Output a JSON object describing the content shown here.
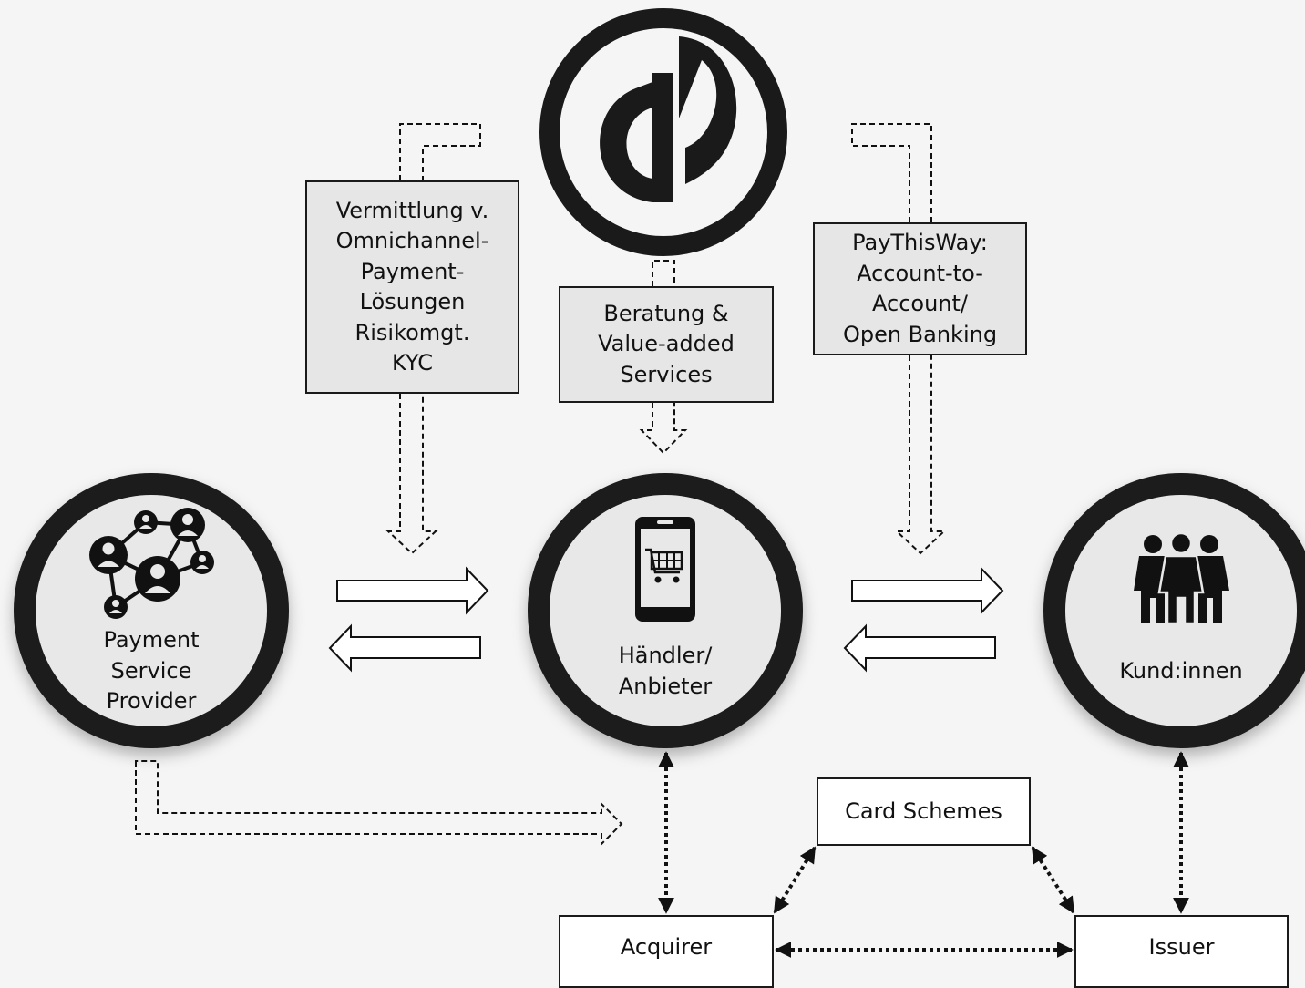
{
  "service_boxes": {
    "left_lines": [
      "Vermittlung v.",
      "Omnichannel-",
      "Payment-",
      "Lösungen",
      "Risikomgt.",
      "KYC"
    ],
    "center_lines": [
      "Beratung &",
      "Value-added",
      "Services"
    ],
    "right_lines": [
      "PayThisWay:",
      "Account-to-",
      "Account/",
      "Open Banking"
    ]
  },
  "nodes": {
    "psp_lines": [
      "Payment",
      "Service",
      "Provider"
    ],
    "merchant_lines": [
      "Händler/",
      "Anbieter"
    ],
    "customers_label": "Kund:innen"
  },
  "payment_chain": {
    "card_schemes": "Card Schemes",
    "acquirer": "Acquirer",
    "issuer": "Issuer"
  },
  "icons": {
    "logo": "dp-logo-icon",
    "psp": "network-people-icon",
    "merchant": "smartphone-cart-icon",
    "customers": "group-people-icon"
  },
  "colors": {
    "background": "#f5f5f5",
    "ring": "#1a1a1a",
    "circle_fill": "#e8e8e8",
    "service_box": "#e6e6e6"
  }
}
